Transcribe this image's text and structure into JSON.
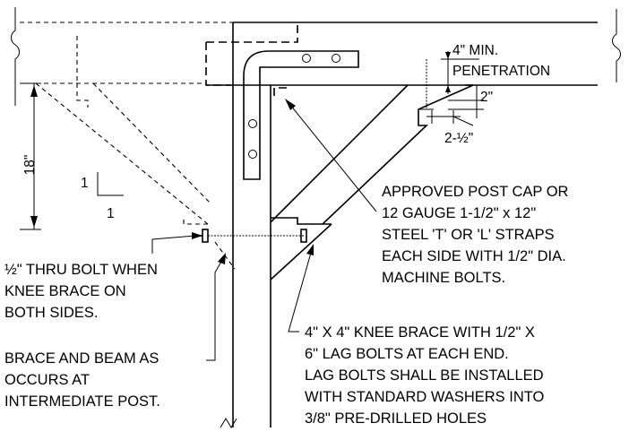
{
  "labels": {
    "min_penetration_1": "4\" MIN.",
    "min_penetration_2": "PENETRATION",
    "dim_2": "2\"",
    "dim_2_half": "2-½\"",
    "dim_18": "18\"",
    "slope_rise": "1",
    "slope_run": "1"
  },
  "notes": {
    "post_cap": [
      "APPROVED POST CAP OR",
      "12 GAUGE 1-1/2\" x 12\"",
      "STEEL 'T' OR 'L' STRAPS",
      "EACH SIDE WITH 1/2\" DIA.",
      "MACHINE BOLTS."
    ],
    "thru_bolt": [
      "½\" THRU BOLT WHEN",
      "KNEE BRACE ON",
      "BOTH SIDES."
    ],
    "brace_beam": [
      "BRACE AND BEAM AS",
      "OCCURS AT",
      "INTERMEDIATE POST."
    ],
    "knee_brace": [
      "4\" X 4\" KNEE BRACE WITH 1/2\" X",
      "6\" LAG BOLTS AT EACH END.",
      "LAG BOLTS SHALL BE INSTALLED",
      "WITH STANDARD WASHERS INTO",
      "3/8\" PRE-DRILLED HOLES"
    ]
  }
}
